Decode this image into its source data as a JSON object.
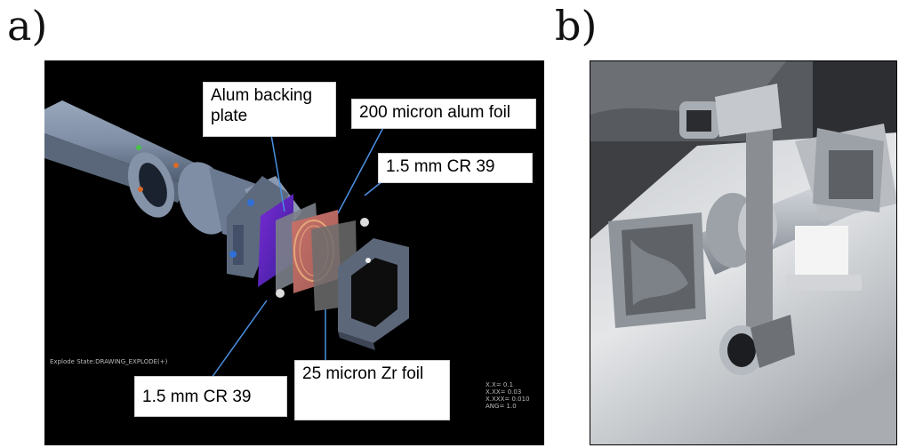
{
  "panels": {
    "a": {
      "label": "a)"
    },
    "b": {
      "label": "b)"
    }
  },
  "cad_view": {
    "callouts": {
      "backing_plate": "Alum backing plate",
      "alum_foil": "200 micron alum foil",
      "cr39_top": "1.5 mm CR 39",
      "cr39_bottom": "1.5 mm CR 39",
      "zr_foil": "25 micron Zr foil"
    },
    "explode_state": "Explode State:DRAWING_EXPLODE(+)",
    "tolerances": [
      "X.X= 0.1",
      "X.XX= 0.03",
      "X.XXX= 0.010",
      "ANG= 1.0"
    ]
  },
  "photo": {
    "description_visible": ""
  }
}
